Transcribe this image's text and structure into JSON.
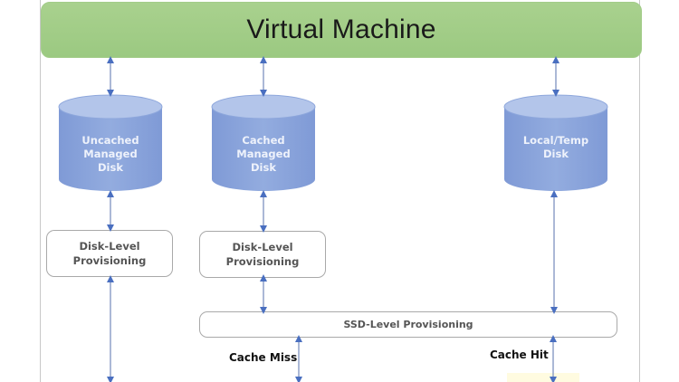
{
  "diagram": {
    "title": "Virtual Machine",
    "disks": [
      {
        "id": "uncached",
        "lines": [
          "Uncached",
          "Managed",
          "Disk"
        ]
      },
      {
        "id": "cached",
        "lines": [
          "Cached",
          "Managed",
          "Disk"
        ]
      },
      {
        "id": "local-temp",
        "lines": [
          "Local/Temp",
          "Disk"
        ]
      }
    ],
    "provisioning": {
      "disk_level_1": [
        "Disk-Level",
        "Provisioning"
      ],
      "disk_level_2": [
        "Disk-Level",
        "Provisioning"
      ],
      "ssd_level": "SSD-Level Provisioning"
    },
    "labels": {
      "cache_miss": "Cache Miss",
      "cache_hit": "Cache Hit"
    },
    "colors": {
      "vm_green": "#a9d18e",
      "disk_blue": "#8faadc",
      "arrow_blue": "#4472c4",
      "box_border": "#a9a9a9"
    }
  }
}
